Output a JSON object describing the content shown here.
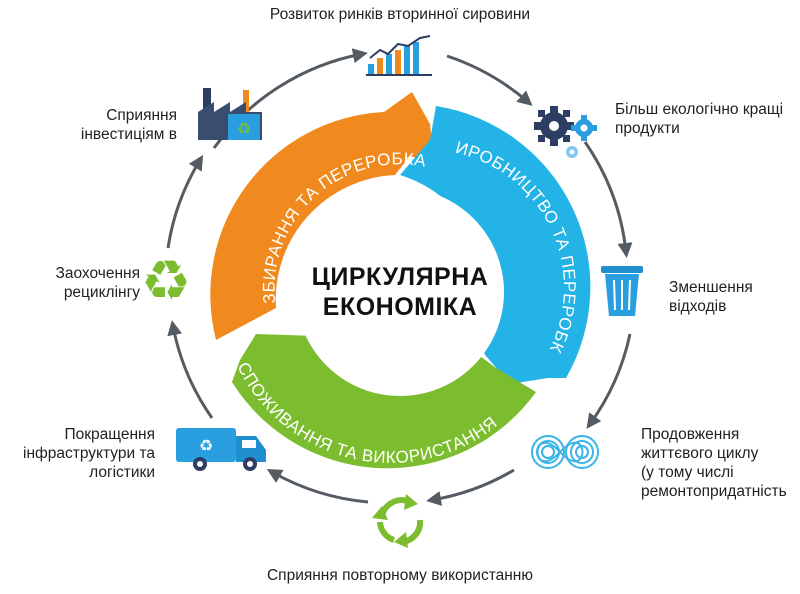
{
  "center": {
    "title": "ЦИРКУЛЯРНА\nЕКОНОМІКА"
  },
  "segments": [
    {
      "text": "ЗБИРАННЯ ТА ПЕРЕРОБКА",
      "color": "#f18a1e"
    },
    {
      "text": "ВИРОБНИЦТВО ТА ПЕРЕРОБКА",
      "color": "#24b3e6"
    },
    {
      "text": "СПОЖИВАННЯ ТА ВИКОРИСТАННЯ",
      "color": "#7cbd2f"
    }
  ],
  "outer_labels": {
    "top": "Розвиток ринків вторинної сировини",
    "top_right": "Більш екологічно кращі\nпродукти",
    "right": "Зменшення\nвідходів",
    "bottom_right": "Продовження\nжиттєвого циклу\n(у тому числі\nремонтопридатність",
    "bottom": "Сприяння повторному використанню",
    "bottom_left": "Покращення\nінфраструктури та\nлогістики",
    "left": "Заохочення\nрециклінгу",
    "top_left": "Сприяння\nінвестиціям в"
  },
  "icons": [
    "bar-chart-icon",
    "gears-icon",
    "trash-bin-icon",
    "infinity-icon",
    "reuse-arrows-icon",
    "recycling-truck-icon",
    "recycle-icon",
    "factory-icon"
  ],
  "colors": {
    "orange": "#f18a1e",
    "blue": "#24b3e6",
    "green": "#7cbd2f",
    "ring": "#555b62",
    "navy": "#2c3e63"
  }
}
